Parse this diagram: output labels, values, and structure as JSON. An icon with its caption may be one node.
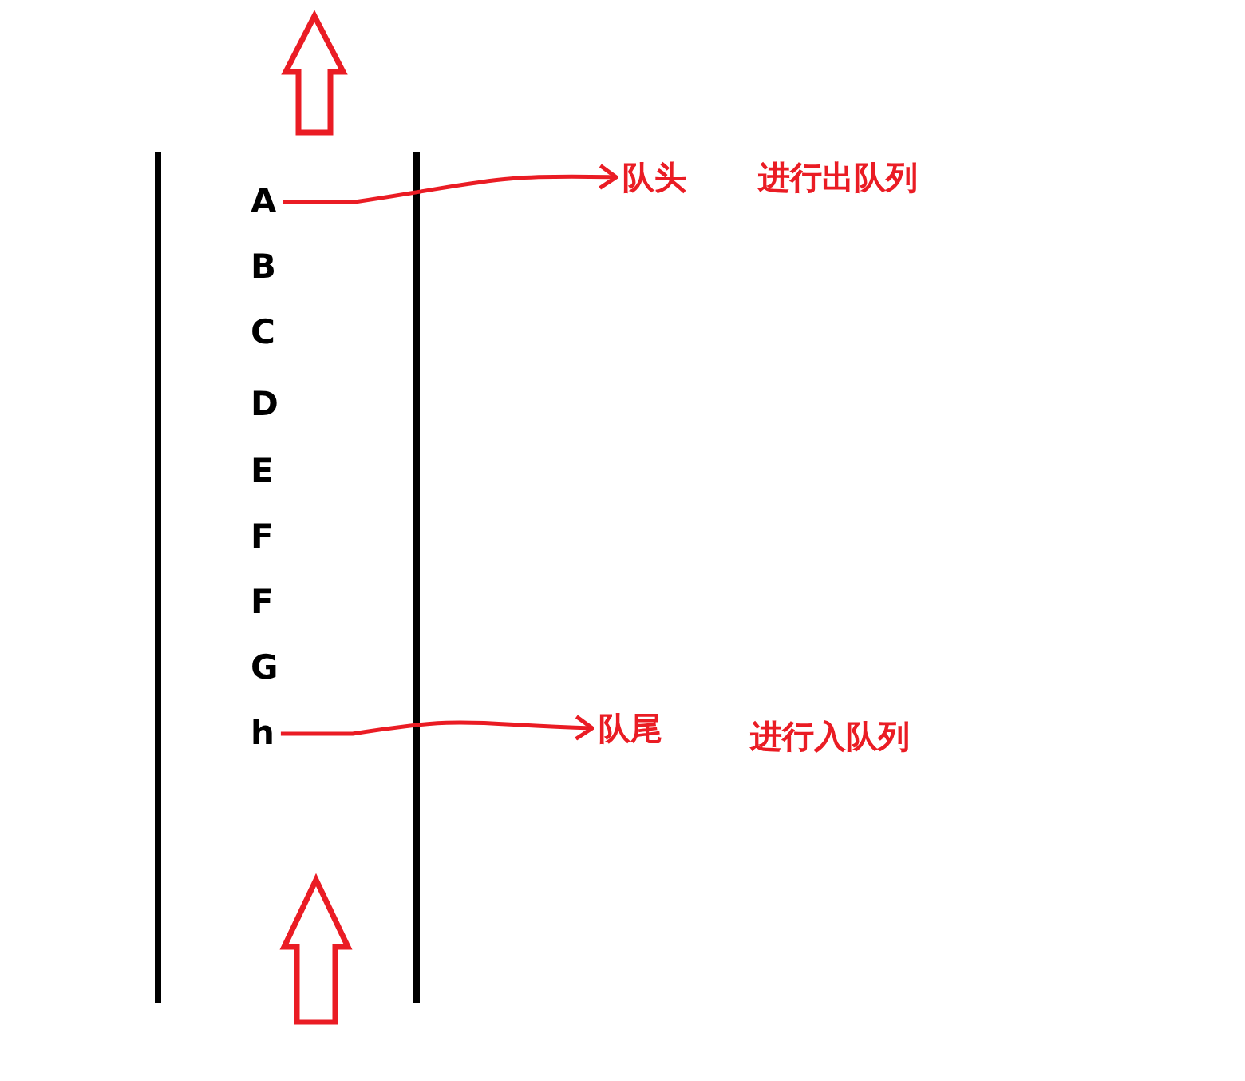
{
  "diagram": {
    "nodes": [
      {
        "text": [
          "A"
        ]
      },
      {
        "text": [
          "B"
        ]
      },
      {
        "text": [
          "C"
        ]
      },
      {
        "text": [
          "D"
        ]
      },
      {
        "text": [
          "E"
        ]
      },
      {
        "text": [
          "F"
        ]
      },
      {
        "text": [
          "F"
        ]
      },
      {
        "text": [
          "G"
        ]
      },
      {
        "text": [
          "h"
        ]
      },
      {
        "text": [
          "队头"
        ]
      },
      {
        "text": [
          "队尾"
        ]
      }
    ],
    "edges": [
      {
        "from": 0,
        "to": 9,
        "arrow": "to"
      },
      {
        "from": 8,
        "to": 10,
        "arrow": "to"
      }
    ],
    "labels": [
      "进行出队列",
      "进行入队列"
    ]
  }
}
